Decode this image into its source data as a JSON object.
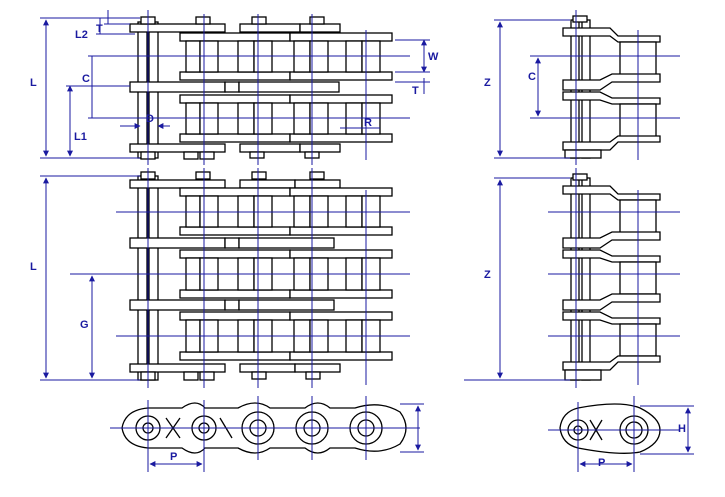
{
  "labels": {
    "L2": "L2",
    "T_top": "T",
    "L_upper": "L",
    "C_upper": "C",
    "L1": "L1",
    "D": "D",
    "W": "W",
    "T_mid": "T",
    "R": "R",
    "Z_upper": "Z",
    "C_right": "C",
    "L_lower": "L",
    "G": "G",
    "Z_lower": "Z",
    "P_left": "P",
    "P_right": "P",
    "H": "H"
  },
  "colors": {
    "outline": "#000000",
    "dimension": "#1a1aa0",
    "label": "#1a1aa0",
    "background": "#ffffff"
  }
}
